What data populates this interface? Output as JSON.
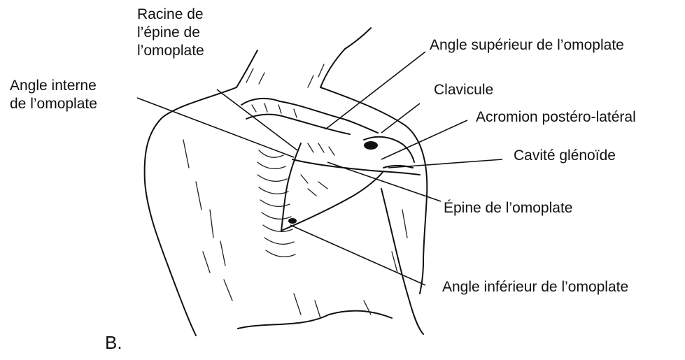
{
  "figure": {
    "panel_letter": "B.",
    "labels": {
      "racine_epine": [
        "Racine de",
        "l’épine de",
        "l’omoplate"
      ],
      "angle_interne": [
        "Angle interne",
        "de l’omoplate"
      ],
      "angle_superieur": "Angle supérieur de l’omoplate",
      "clavicule": "Clavicule",
      "acromion": "Acromion postéro-latéral",
      "cavite": "Cavité glénoïde",
      "epine": "Épine de l’omoplate",
      "angle_inferieur": "Angle inférieur de l’omoplate"
    },
    "colors": {
      "ink": "#111111",
      "background": "#ffffff"
    }
  }
}
